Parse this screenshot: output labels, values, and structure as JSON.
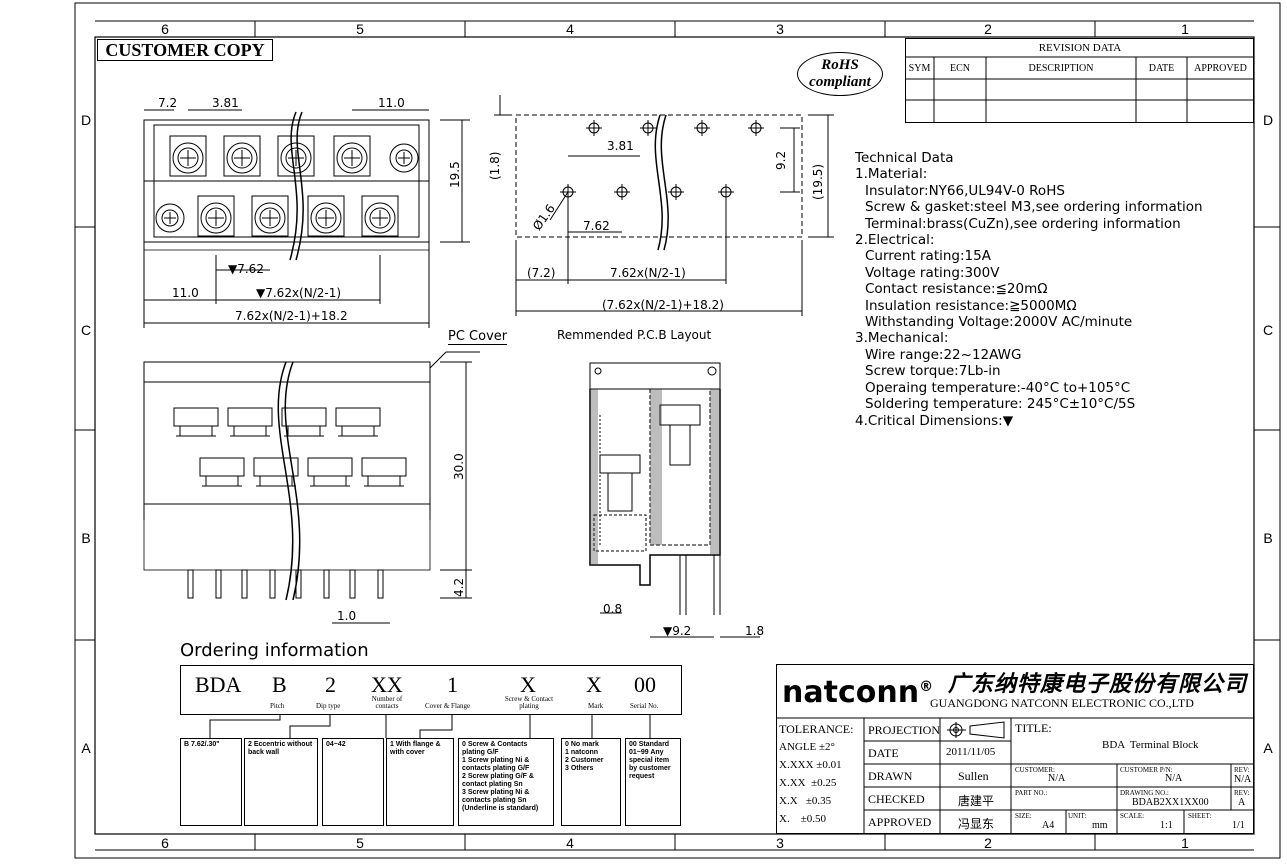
{
  "border": {
    "top_zones": [
      "6",
      "5",
      "4",
      "3",
      "2",
      "1"
    ],
    "bottom_zones": [
      "6",
      "5",
      "4",
      "3",
      "2",
      "1"
    ],
    "left_zones": [
      "D",
      "C",
      "B",
      "A"
    ],
    "right_zones": [
      "D",
      "C",
      "B",
      "A"
    ]
  },
  "stamp": "CUSTOMER COPY",
  "rohs": {
    "line1": "RoHS",
    "line2": "compliant"
  },
  "revision": {
    "title": "REVISION DATA",
    "headers": [
      "SYM",
      "ECN",
      "DESCRIPTION",
      "DATE",
      "APPROVED"
    ]
  },
  "technical": {
    "heading": "Technical Data",
    "material": "1.Material:",
    "insulator": "Insulator:NY66,UL94V-0 RoHS",
    "screw": "Screw & gasket:steel M3,see ordering information",
    "terminal": "Terminal:brass(CuZn),see ordering information",
    "electrical": "2.Electrical:",
    "current": "Current rating:15A",
    "voltage": "Voltage rating:300V",
    "contact": "Contact resistance:≦20mΩ",
    "insulation": "Insulation resistance:≧5000MΩ",
    "withstanding": "Withstanding Voltage:2000V AC/minute",
    "mechanical": "3.Mechanical:",
    "wire": "Wire range:22~12AWG",
    "torque": "Screw torque:7Lb-in",
    "operating": "Operaing temperature:-40°C to+105°C",
    "soldering": "Soldering temperature: 245°C±10°C/5S",
    "critical": "4.Critical Dimensions:▼"
  },
  "drawing": {
    "dim_7_2": "7.2",
    "dim_3_81": "3.81",
    "dim_11_0_top": "11.0",
    "dim_19_5": "19.5",
    "dim_7_62_tri": "▼7.62",
    "dim_11_0_bottom": "11.0",
    "dim_pitch_tri": "▼7.62x(N/2-1)",
    "dim_total": "7.62x(N/2-1)+18.2",
    "pc_cover": "PC Cover",
    "dim_30_0": "30.0",
    "dim_4_2": "4.2",
    "dim_1_0": "1.0",
    "pcb_1_8": "(1.8)",
    "pcb_3_81": "3.81",
    "pcb_9_2": "9.2",
    "pcb_19_5": "(19.5)",
    "pcb_hole": "Ø1.6",
    "pcb_7_62": "7.62",
    "pcb_7_2": "(7.2)",
    "pcb_pitch": "7.62x(N/2-1)",
    "pcb_total": "(7.62x(N/2-1)+18.2)",
    "pcb_caption": "Remmended P.C.B Layout",
    "side_0_8": "0.8",
    "side_9_2": "▼9.2",
    "side_1_8": "1.8"
  },
  "ordering": {
    "title": "Ordering information",
    "codes": [
      "BDA",
      "B",
      "2",
      "XX",
      "1",
      "X",
      "X",
      "00"
    ],
    "labels": [
      "Pitch",
      "Dip type",
      "Number of contacts",
      "Cover & Flange",
      "Screw & Contact plating",
      "Mark",
      "Serial No."
    ],
    "boxes": [
      "B 7.62/.30\"",
      "2 Eccentric without back wall",
      "04~42",
      "1 With flange & with cover",
      "0 Screw & Contacts plating G/F\n1 Screw plating Ni & contacts plating G/F\n2 Screw plating G/F & contact plating Sn\n3 Screw plating Ni & contacts plating Sn\n(Underline is standard)",
      "0 No mark\n1 natconn\n2 Customer\n3 Others",
      "00 Standard\n01~99 Any special item by customer request"
    ]
  },
  "titleblock": {
    "brand": "natconn",
    "reg": "®",
    "company_cn": "广东纳特康电子股份有限公司",
    "company_en": "GUANGDONG NATCONN ELECTRONIC CO.,LTD",
    "tolerance": "TOLERANCE:",
    "angle": "ANGLE ±2°",
    "xxxx": "X.XXX ±0.01",
    "xxx": "X.XX  ±0.25",
    "xx": "X.X   ±0.35",
    "x": "X.    ±0.50",
    "projection": "PROJECTION",
    "date_label": "DATE",
    "date_value": "2011/11/05",
    "drawn_label": "DRAWN",
    "drawn_value": "Sullen",
    "checked_label": "CHECKED",
    "checked_value": "唐建平",
    "approved_label": "APPROVED",
    "approved_value": "冯显东",
    "title_label": "TITLE:",
    "title_value": "BDA  Terminal Block",
    "customer_label": "CUSTOMER:",
    "customer_value": "N/A",
    "customer_pn_label": "CUSTOMER P/N:",
    "customer_pn_value": "N/A",
    "rev_label": "REV:",
    "rev1_value": "N/A",
    "part_label": "PART NO.:",
    "drawing_no_label": "DRAWING NO.:",
    "drawing_no_value": "BDAB2XX1XX00",
    "rev2_value": "A",
    "size_label": "SIZE:",
    "size_value": "A4",
    "unit_label": "UNIT:",
    "unit_value": "mm",
    "scale_label": "SCALE:",
    "scale_value": "1:1",
    "sheet_label": "SHEET:",
    "sheet_value": "1/1"
  }
}
